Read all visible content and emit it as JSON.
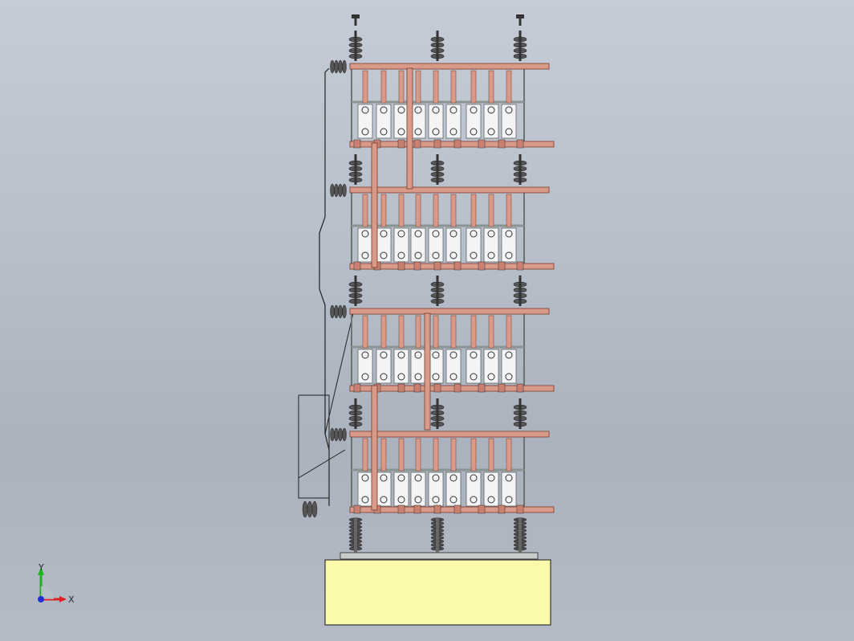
{
  "triad": {
    "x_label": "X",
    "y_label": "Y",
    "x_color": "#e02020",
    "y_color": "#20b020",
    "z_color": "#2030d0"
  },
  "colors": {
    "background_top": "#c5ccd6",
    "background_bottom": "#aab2be",
    "busbar": "#d99a8a",
    "frame": "#9aa4a0",
    "base_block": "#fafaa8",
    "capacitor": "#f2f4f6",
    "insulator": "#5a5a5a"
  },
  "model": {
    "tiers": 4,
    "columns_per_tier": 9,
    "description_icon": "capacitor-bank-assembly"
  }
}
